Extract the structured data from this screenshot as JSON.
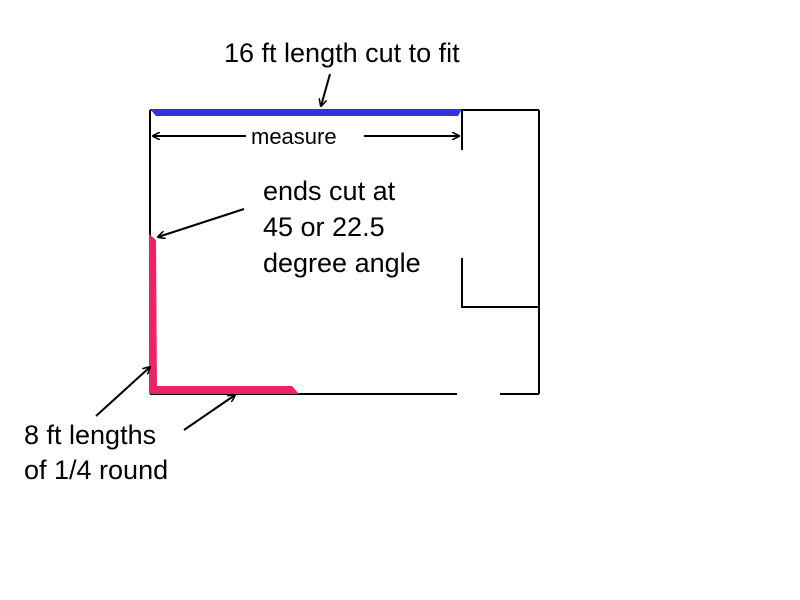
{
  "labels": {
    "top_trim": "16 ft length cut to fit",
    "measure": "measure",
    "ends_cut": [
      "ends cut at",
      "45 or 22.5",
      "degree angle"
    ],
    "quarter_round": [
      "8 ft lengths",
      "of 1/4 round"
    ]
  },
  "colors": {
    "background": "#ffffff",
    "outline": "#000000",
    "top_trim": "#3333dd",
    "quarter_round": "#ee2266"
  }
}
